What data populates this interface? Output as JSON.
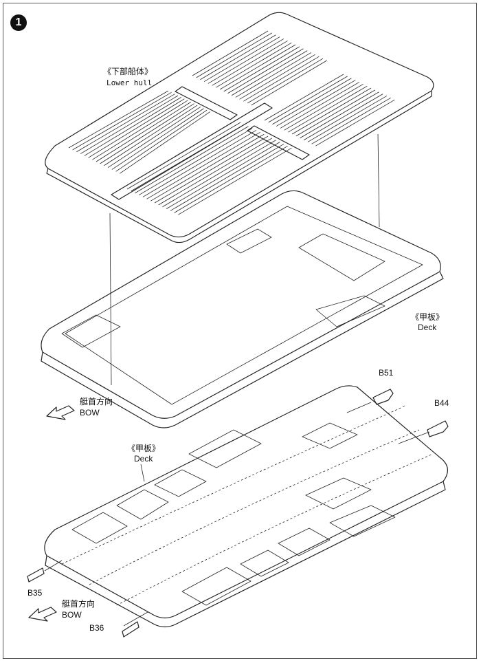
{
  "step": {
    "number": "1"
  },
  "labels": {
    "lower_hull_cn": "《下部船体》",
    "lower_hull_en": "Lower hull",
    "deck_cn": "《甲板》",
    "deck_en": "Deck",
    "deck2_cn": "《甲板》",
    "deck2_en": "Deck",
    "bow_cn": "艇首方向",
    "bow_en": "BOW",
    "bow2_cn": "艇首方向",
    "bow2_en": "BOW"
  },
  "parts": {
    "b51": "B51",
    "b44": "B44",
    "b35": "B35",
    "b36": "B36"
  },
  "colors": {
    "ink": "#222222",
    "paper": "#ffffff"
  }
}
